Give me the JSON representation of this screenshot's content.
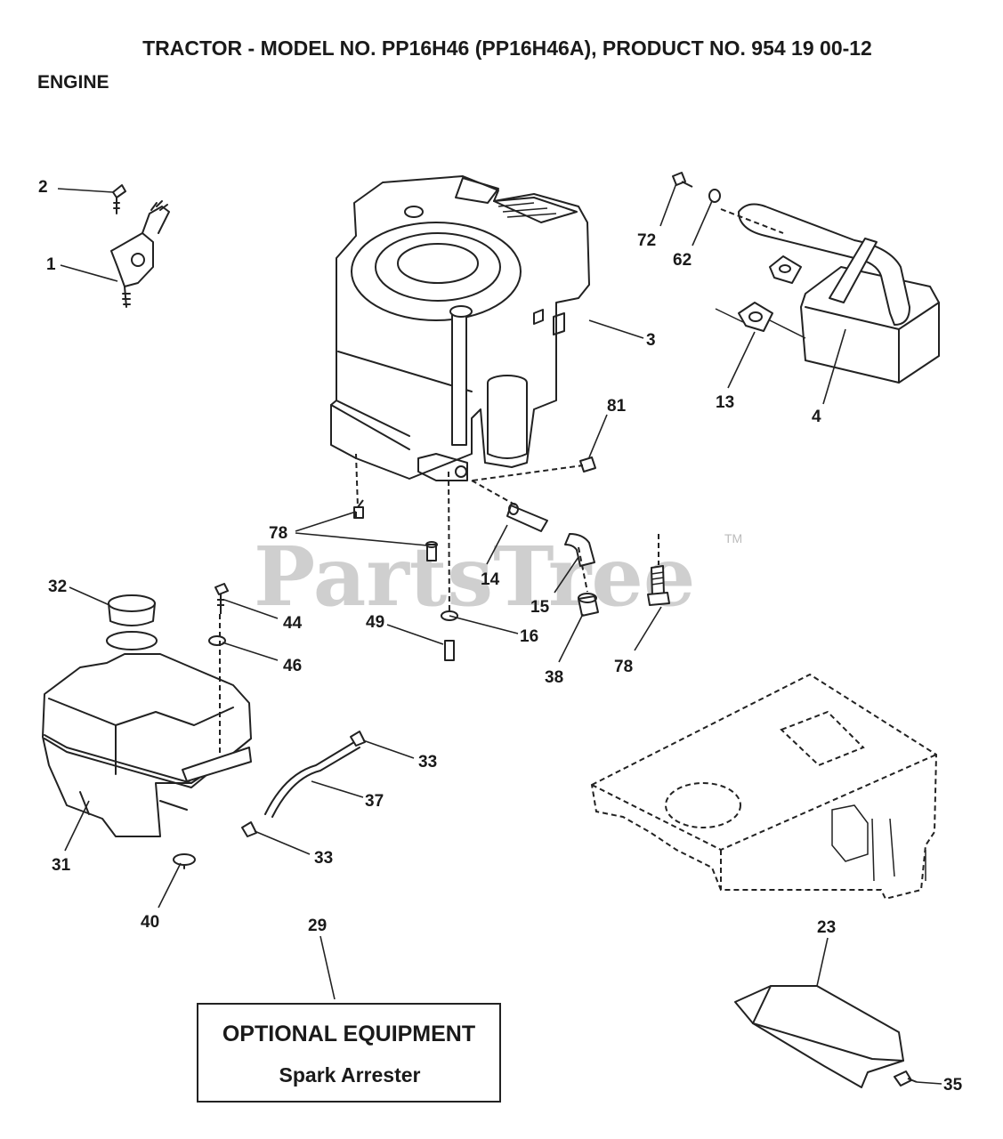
{
  "header": {
    "title": "TRACTOR - MODEL NO. PP16H46 (PP16H46A), PRODUCT NO. 954 19 00-12",
    "section": "ENGINE"
  },
  "watermark": {
    "text": "PartsTree",
    "trademark": "TM"
  },
  "optional_box": {
    "title": "OPTIONAL EQUIPMENT",
    "item": "Spark Arrester"
  },
  "callouts": {
    "c1": "1",
    "c2": "2",
    "c3": "3",
    "c4": "4",
    "c13": "13",
    "c14": "14",
    "c15": "15",
    "c16": "16",
    "c23": "23",
    "c29": "29",
    "c31": "31",
    "c32": "32",
    "c33a": "33",
    "c33b": "33",
    "c35": "35",
    "c37": "37",
    "c38": "38",
    "c40": "40",
    "c44": "44",
    "c46": "46",
    "c49": "49",
    "c62": "62",
    "c72": "72",
    "c78a": "78",
    "c78b": "78",
    "c81": "81"
  }
}
